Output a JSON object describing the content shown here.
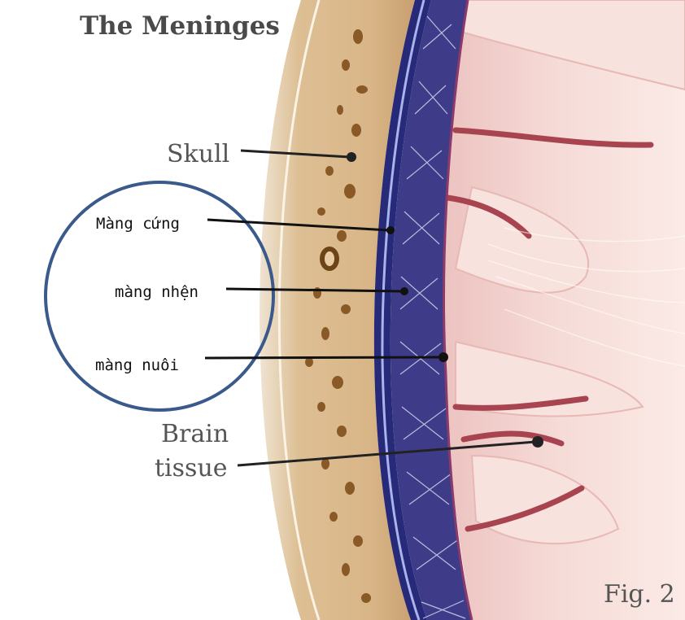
{
  "title": "The Meninges",
  "labels": {
    "skull": "Skull",
    "dura": "Màng cứng",
    "arachnoid": "màng nhện",
    "pia": "màng nuôi",
    "brain_line1": "Brain",
    "brain_line2": "tissue"
  },
  "figure_label": "Fig. 2",
  "colors": {
    "bone": "#d9b688",
    "bone_pore": "#8a5a26",
    "dura": "#262a78",
    "dura_highlight": "#aab4ec",
    "arachnoid": "#3e3c88",
    "trabeculae": "#d2d2ee",
    "brain": "#f4d4d0",
    "sulcus": "#a84450",
    "circle": "#3b5a8c"
  }
}
